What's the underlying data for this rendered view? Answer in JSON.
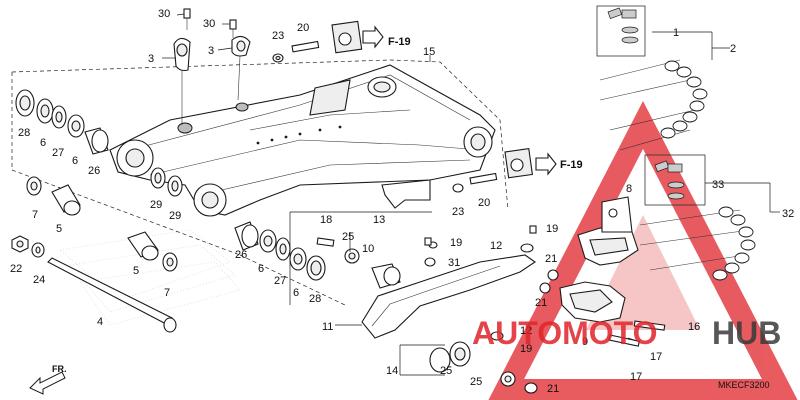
{
  "diagram_code": "MKECF3200",
  "front_label": "FR.",
  "ref_label": "F-19",
  "watermark": {
    "text_red": "AUTOMOTO",
    "text_dark": "HUB",
    "red": "#e0242a",
    "dark": "#3a3a3a"
  },
  "callouts": {
    "p30a": "30",
    "p30b": "30",
    "p3a": "3",
    "p3b": "3",
    "p23a": "23",
    "p20a": "20",
    "p15": "15",
    "p1": "1",
    "p2": "2",
    "p28a": "28",
    "p6a": "6",
    "p27a": "27",
    "p6b": "6",
    "p26a": "26",
    "p29a": "29",
    "p29b": "29",
    "p7a": "7",
    "p5a": "5",
    "p22": "22",
    "p24": "24",
    "p5b": "5",
    "p7b": "7",
    "p4": "4",
    "p18": "18",
    "p25a": "25",
    "p13": "13",
    "p10": "10",
    "p19a": "19",
    "p31": "31",
    "p26b": "26",
    "p6c": "6",
    "p27b": "27",
    "p6d": "6",
    "p28b": "28",
    "p23b": "23",
    "p20b": "20",
    "p8": "8",
    "p33": "33",
    "p32": "32",
    "p19b": "19",
    "p12a": "12",
    "p21a": "21",
    "p21b": "21",
    "p16": "16",
    "p17a": "17",
    "p17b": "17",
    "p9": "9",
    "p11": "11",
    "p12b": "12",
    "p19c": "19",
    "p14": "14",
    "p25b": "25",
    "p25c": "25",
    "p21c": "21"
  }
}
